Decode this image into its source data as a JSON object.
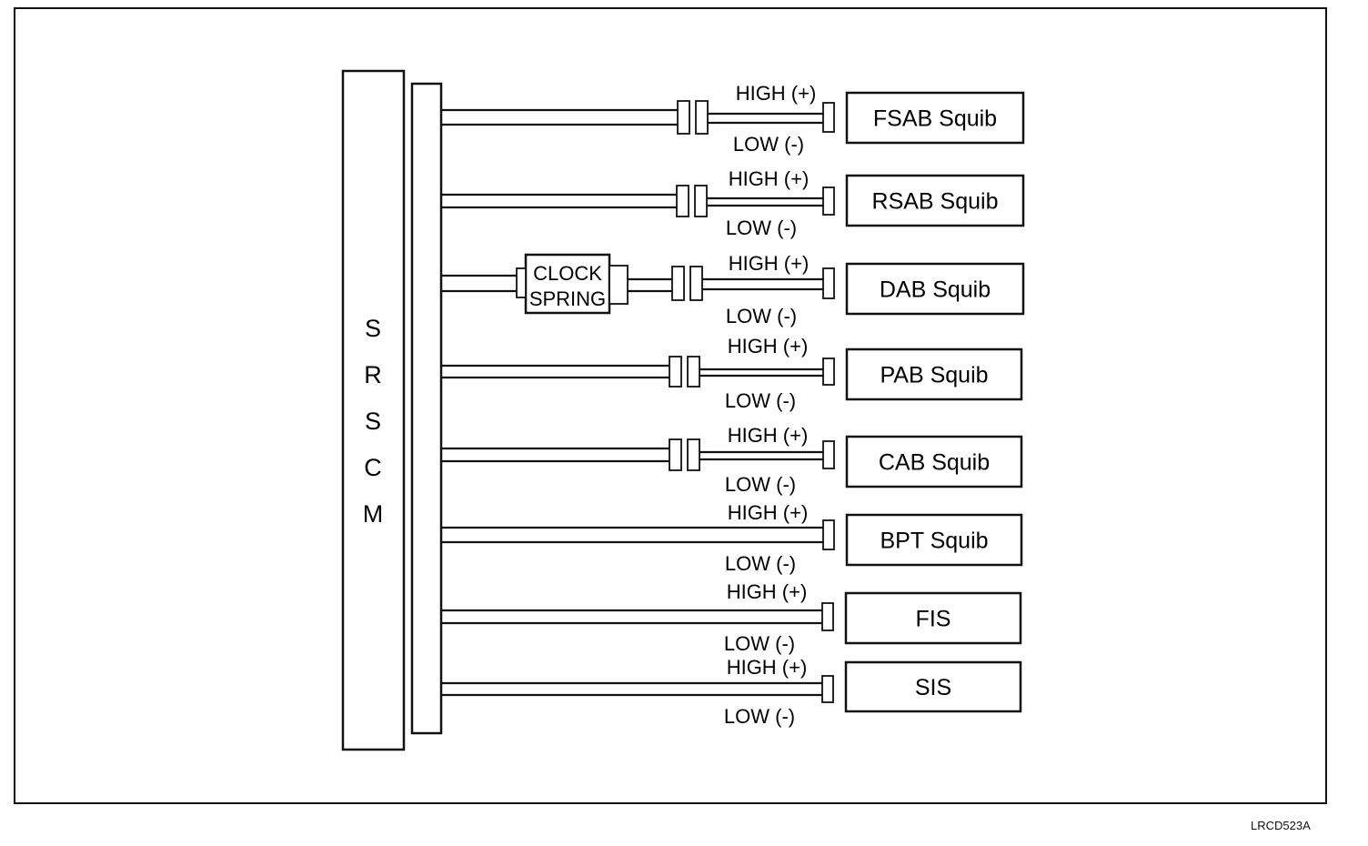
{
  "module": {
    "letters": [
      "S",
      "R",
      "S",
      "C",
      "M"
    ]
  },
  "wire_labels": {
    "high": "HIGH (+)",
    "low": "LOW (-)"
  },
  "clock_spring": {
    "line1": "CLOCK",
    "line2": "SPRING"
  },
  "circuits": [
    {
      "label": "FSAB Squib",
      "inline_connector": true,
      "clock_spring": false
    },
    {
      "label": "RSAB Squib",
      "inline_connector": true,
      "clock_spring": false
    },
    {
      "label": "DAB Squib",
      "inline_connector": true,
      "clock_spring": true
    },
    {
      "label": "PAB Squib",
      "inline_connector": true,
      "clock_spring": false
    },
    {
      "label": "CAB Squib",
      "inline_connector": true,
      "clock_spring": false
    },
    {
      "label": "BPT Squib",
      "inline_connector": false,
      "clock_spring": false
    },
    {
      "label": "FIS",
      "inline_connector": false,
      "clock_spring": false
    },
    {
      "label": "SIS",
      "inline_connector": false,
      "clock_spring": false
    }
  ],
  "figure_id": "LRCD523A"
}
